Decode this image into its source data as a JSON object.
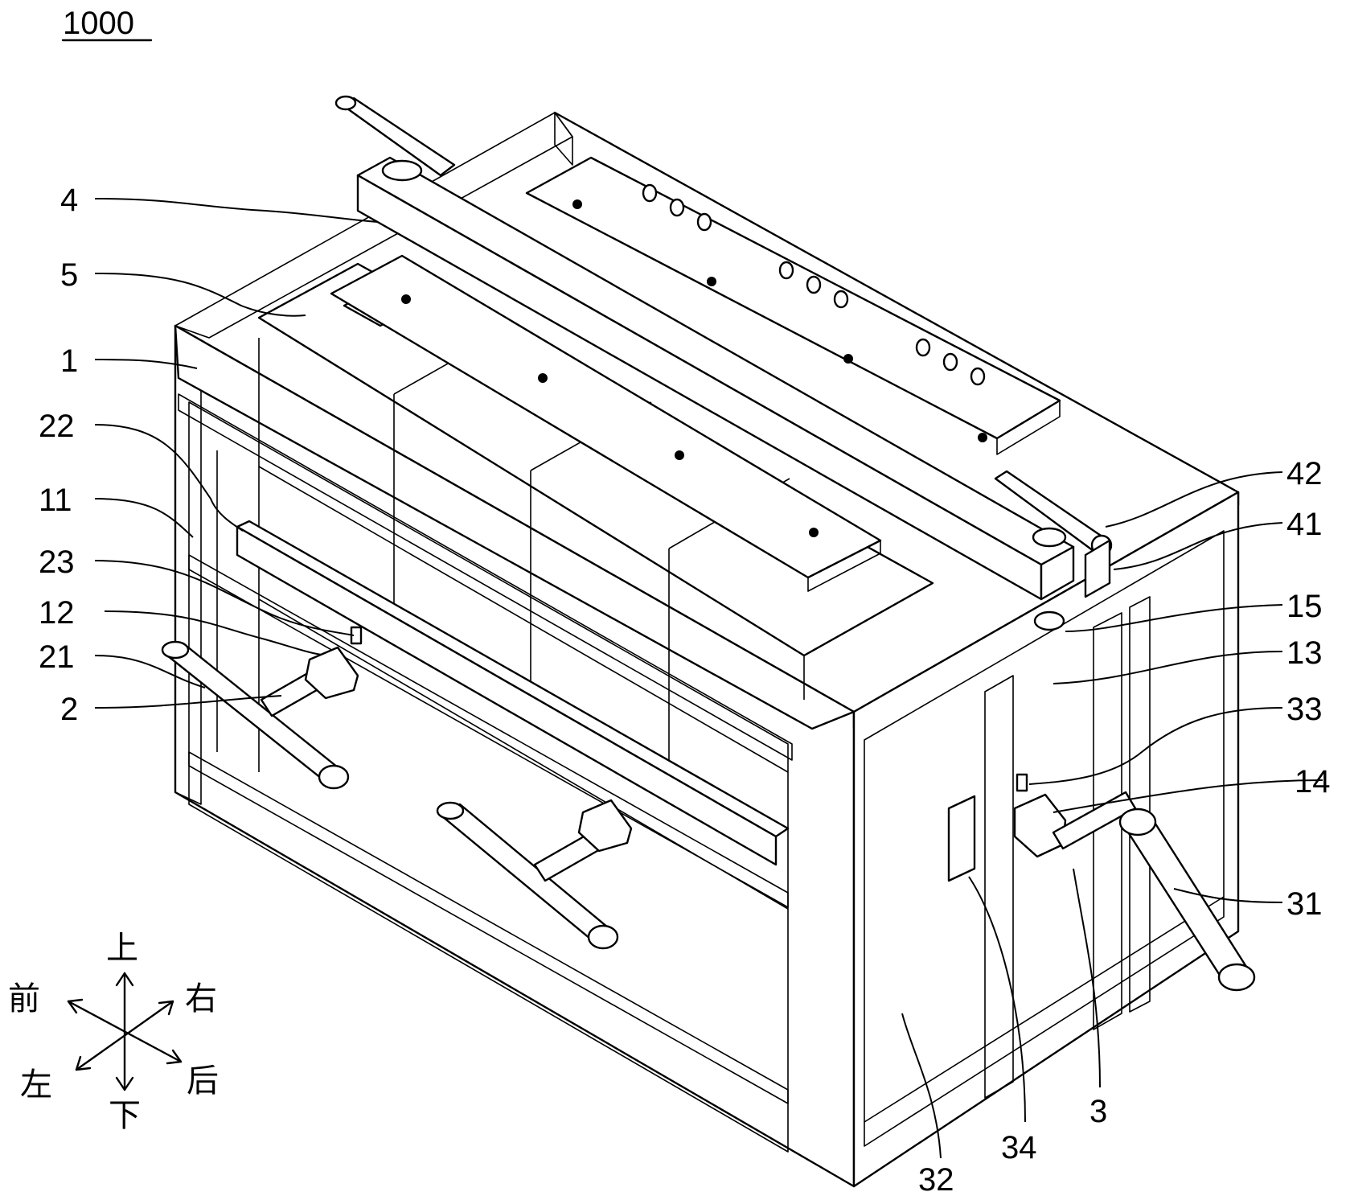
{
  "figure": {
    "number": "1000"
  },
  "parts": [
    {
      "id": "4",
      "label": "4"
    },
    {
      "id": "5",
      "label": "5"
    },
    {
      "id": "1",
      "label": "1"
    },
    {
      "id": "22",
      "label": "22"
    },
    {
      "id": "11",
      "label": "11"
    },
    {
      "id": "23",
      "label": "23"
    },
    {
      "id": "12",
      "label": "12"
    },
    {
      "id": "21",
      "label": "21"
    },
    {
      "id": "2",
      "label": "2"
    },
    {
      "id": "42",
      "label": "42"
    },
    {
      "id": "41",
      "label": "41"
    },
    {
      "id": "15",
      "label": "15"
    },
    {
      "id": "13",
      "label": "13"
    },
    {
      "id": "33",
      "label": "33"
    },
    {
      "id": "14",
      "label": "14"
    },
    {
      "id": "31",
      "label": "31"
    },
    {
      "id": "3",
      "label": "3"
    },
    {
      "id": "34",
      "label": "34"
    },
    {
      "id": "32",
      "label": "32"
    }
  ],
  "compass": {
    "up": "上",
    "down": "下",
    "front": "前",
    "back": "后",
    "left": "左",
    "right": "右"
  }
}
